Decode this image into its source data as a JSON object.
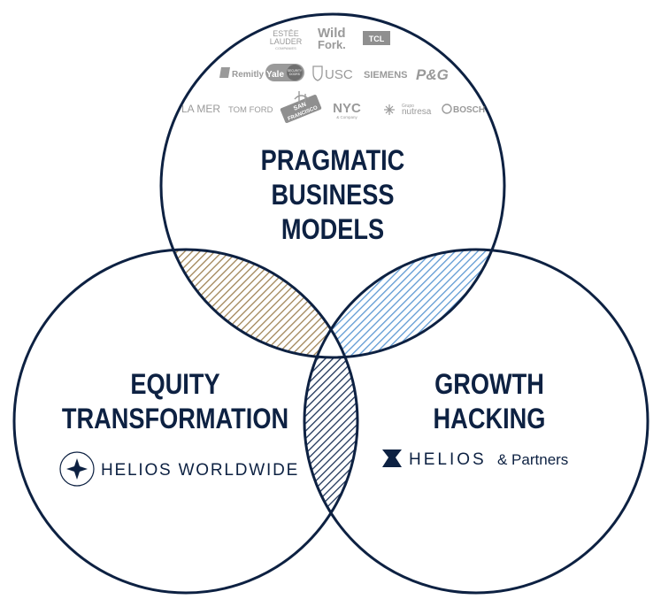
{
  "colors": {
    "navy": "#0d2142",
    "tan": "#a08456",
    "light_blue": "#5f9ad4",
    "navy_hatch": "#1c3358",
    "logo_gray": "#9a9a9a"
  },
  "circles": {
    "top": {
      "title_lines": [
        "PRAGMATIC",
        "BUSINESS",
        "MODELS"
      ]
    },
    "left": {
      "title_lines": [
        "EQUITY",
        "TRANSFORMATION"
      ],
      "brand": "HELIOS WORLDWIDE",
      "brand_icon": "four-point-star-icon"
    },
    "right": {
      "title_lines": [
        "GROWTH",
        "HACKING"
      ],
      "brand_main": "HELIOS",
      "brand_suffix": "& Partners",
      "brand_icon": "bowtie-star-icon"
    }
  },
  "client_logos": {
    "estee_lauder": [
      "ESTĒE",
      "LAUDER",
      "COMPANIES"
    ],
    "wild_fork": [
      "Wild",
      "Fork."
    ],
    "tcl": "TCL",
    "remitly": "Remitly",
    "yale": "Yale",
    "yale_badge": [
      "SECURITY",
      "DOORS"
    ],
    "usc": "USC",
    "siemens": "SIEMENS",
    "pg": "P&G",
    "la_mer": "LA MER",
    "tom_ford": "TOM FORD",
    "san_francisco": [
      "SAN",
      "FRANCISCO"
    ],
    "nyc": "NYC",
    "nyc_sub": "& Company",
    "nutresa_small": "Grupo",
    "nutresa": "nutresa",
    "bosch": "BOSCH"
  }
}
